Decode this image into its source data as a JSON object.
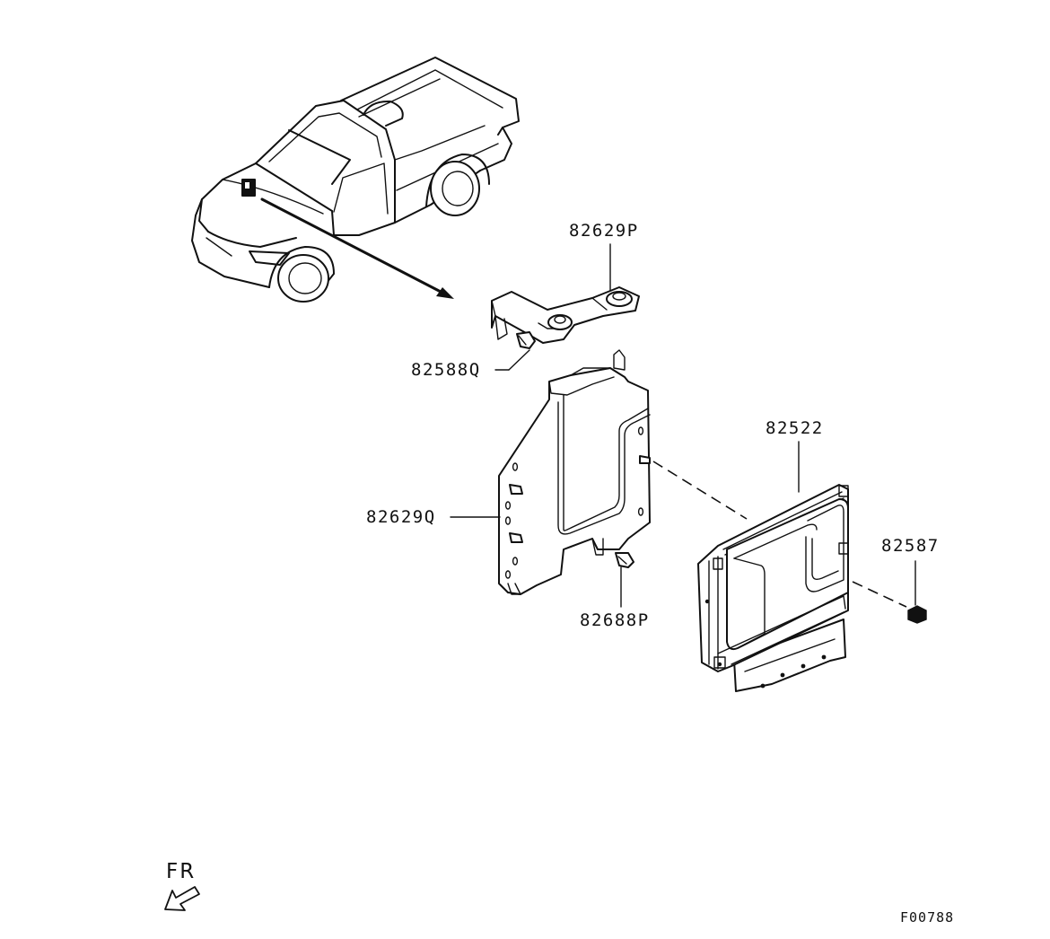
{
  "labels": {
    "bracket_upper": "82629P",
    "bolt_upper": "82588Q",
    "bracket_main": "82629Q",
    "bolt_lower": "82688P",
    "ecu": "82522",
    "nut": "82587"
  },
  "direction_marker": "FR",
  "figure_code": "F00788"
}
